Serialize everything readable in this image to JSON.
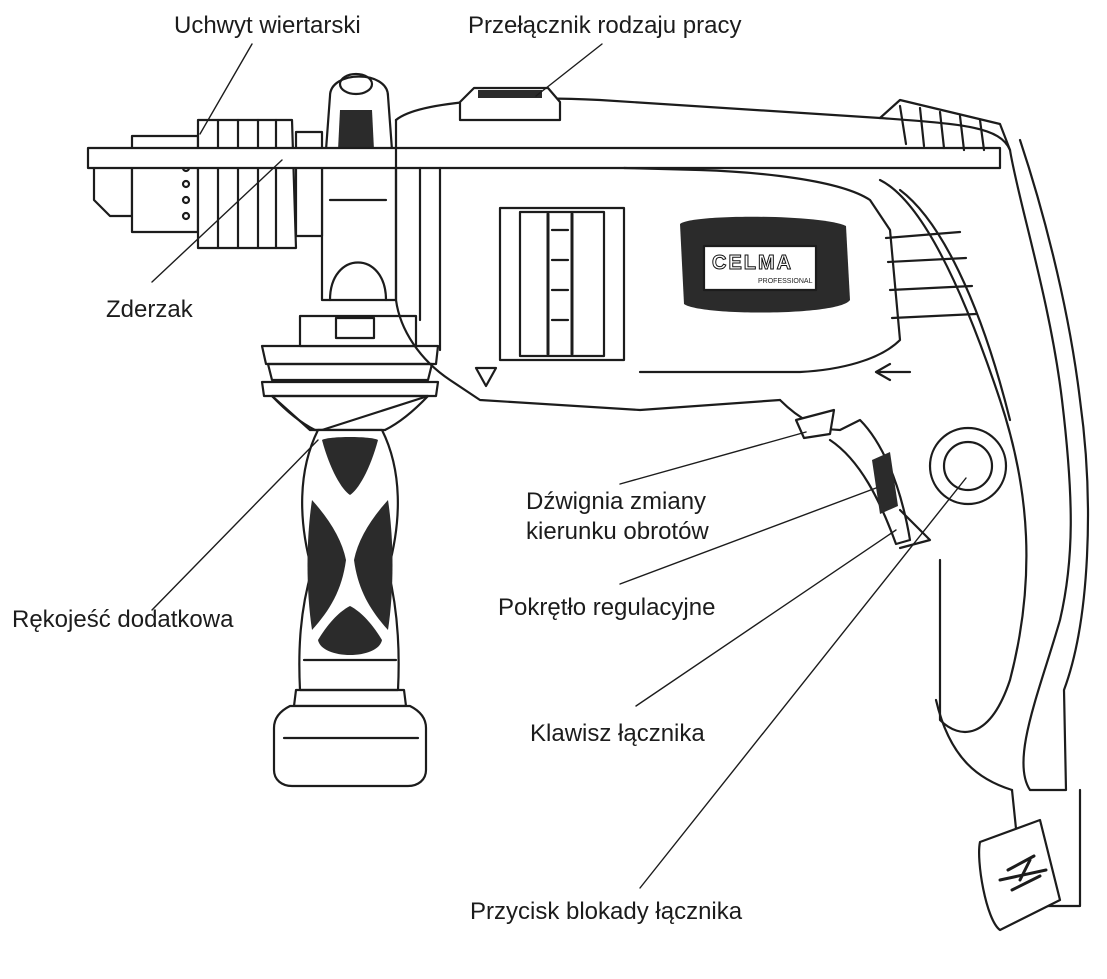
{
  "labels": {
    "chuck": "Uchwyt wiertarski",
    "mode_switch": "Przełącznik rodzaju pracy",
    "depth_stop": "Zderzak",
    "aux_handle": "Rękojeść dodatkowa",
    "direction_lever_line1": "Dźwignia zmiany",
    "direction_lever_line2": "kierunku obrotów",
    "speed_knob": "Pokrętło regulacyjne",
    "trigger": "Klawisz łącznika",
    "lock_button": "Przycisk blokady łącznika"
  },
  "brand": {
    "logo": "CELMA",
    "tagline": "PROFESSIONAL"
  },
  "colors": {
    "line": "#1c1c1c",
    "grip": "#2b2b2b",
    "background": "#ffffff"
  }
}
